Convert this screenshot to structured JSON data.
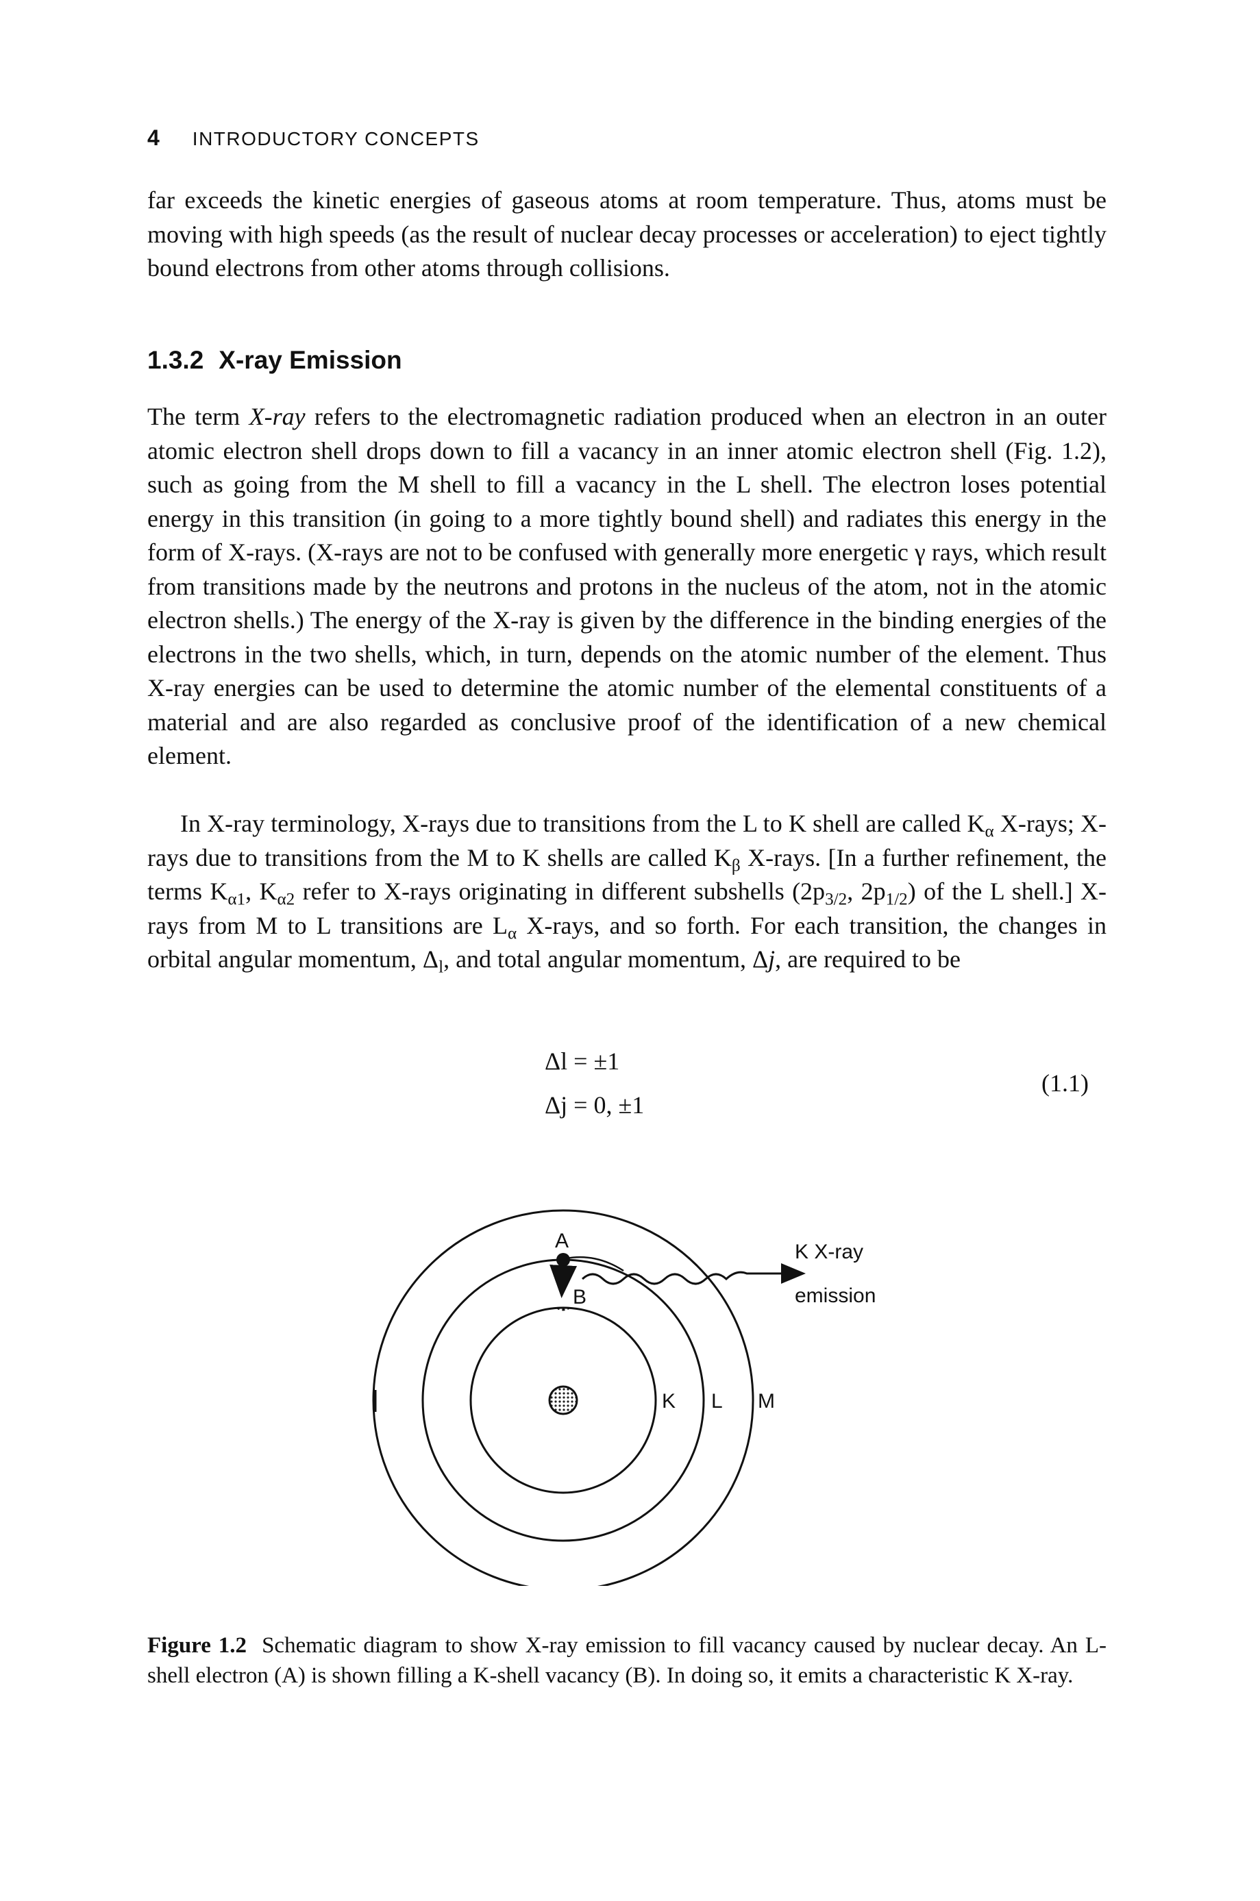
{
  "running_head": {
    "page_number": "4",
    "title": "INTRODUCTORY CONCEPTS"
  },
  "para_intro": "far exceeds the kinetic energies of gaseous atoms at room temperature. Thus, atoms must be moving with high speeds (as the result of nuclear decay processes or acceleration) to eject tightly bound electrons from other atoms through collisions.",
  "section": {
    "number": "1.3.2",
    "title": "X-ray Emission"
  },
  "para1": {
    "lead": "The term ",
    "term": "X-ray",
    "body": " refers to the electromagnetic radiation produced when an electron in an outer atomic electron shell drops down to fill a vacancy in an inner atomic electron shell (Fig. 1.2), such as going from the M shell to fill a vacancy in the L shell. The electron loses potential energy in this transition (in going to a more tightly bound shell) and radiates this energy in the form of X-rays. (X-rays are not to be confused with generally more energetic γ rays, which result from transitions made by the neutrons and protons in the nucleus of the atom, not in the atomic electron shells.) The energy of the X-ray is given by the difference in the binding energies of the electrons in the two shells, which, in turn, depends on the atomic number of the element. Thus X-ray energies can be used to determine the atomic number of the elemental constituents of a material and are also regarded as conclusive proof of the identification of a new chemical element."
  },
  "para2": {
    "t1": "In X-ray terminology, X-rays due to transitions from the L to K shell are called K",
    "s1": "α",
    "t2": " X-rays; X-rays due to transitions from the M to K shells are called K",
    "s2": "β",
    "t3": " X-rays. [In a further refinement, the terms K",
    "s3": "α1",
    "t4": ", K",
    "s4": "α2",
    "t5": " refer to X-rays originating in different subshells (2p",
    "s5": "3/2",
    "t6": ", 2p",
    "s6": "1/2",
    "t7": ") of the L shell.] X-rays from M to L transitions are L",
    "s7": "α",
    "t8": " X-rays, and so forth. For each transition, the changes in orbital angular momentum, Δ",
    "s8": "l",
    "t9": ", and total angular momentum, Δ",
    "i9": "j",
    "t10": ", are required to be"
  },
  "equation": {
    "line1": "Δl = ±1",
    "line2": "Δj = 0,  ±1",
    "number": "(1.1)"
  },
  "figure": {
    "label_A": "A",
    "label_B": "B",
    "label_K": "K",
    "label_L": "L",
    "label_M": "M",
    "emission_line1": "K X-ray",
    "emission_line2": "emission"
  },
  "caption": {
    "label": "Figure 1.2",
    "text": "Schematic diagram to show X-ray emission to fill vacancy caused by nuclear decay. An L-shell electron (A) is shown filling a K-shell vacancy (B). In doing so, it emits a characteristic K X-ray."
  }
}
